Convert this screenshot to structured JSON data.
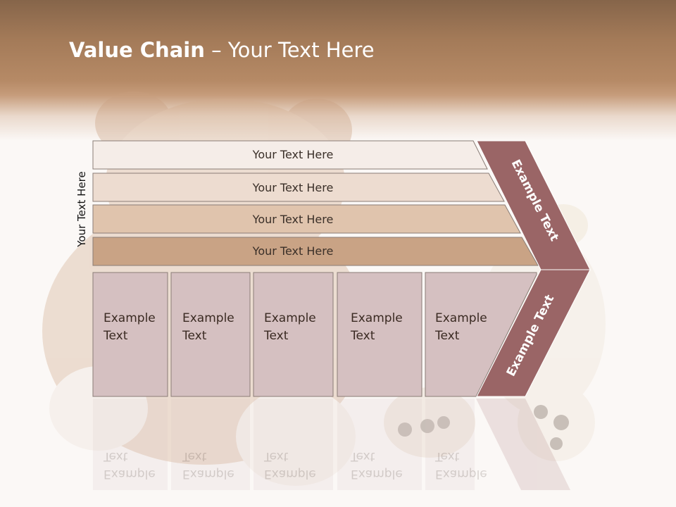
{
  "slide": {
    "title_bold": "Value Chain",
    "title_rest": " – Your Text Here",
    "side_label": "Your Text Here",
    "bands": [
      {
        "label": "Your Text Here",
        "color": "#f5ede8"
      },
      {
        "label": "Your Text Here",
        "color": "#eddcd0"
      },
      {
        "label": "Your Text Here",
        "color": "#e0c4ad"
      },
      {
        "label": "Your Text Here",
        "color": "#c9a385"
      }
    ],
    "cells": [
      {
        "line1": "Example",
        "line2": "Text"
      },
      {
        "line1": "Example",
        "line2": "Text"
      },
      {
        "line1": "Example",
        "line2": "Text"
      },
      {
        "line1": "Example",
        "line2": "Text"
      },
      {
        "line1": "Example",
        "line2": "Text"
      }
    ],
    "arrow_upper_label": "Example Text",
    "arrow_lower_label": "Example Text",
    "colors": {
      "arrow": "#9a6566",
      "cell": "#d5c0c1",
      "band_border": "#8a7d76"
    }
  }
}
